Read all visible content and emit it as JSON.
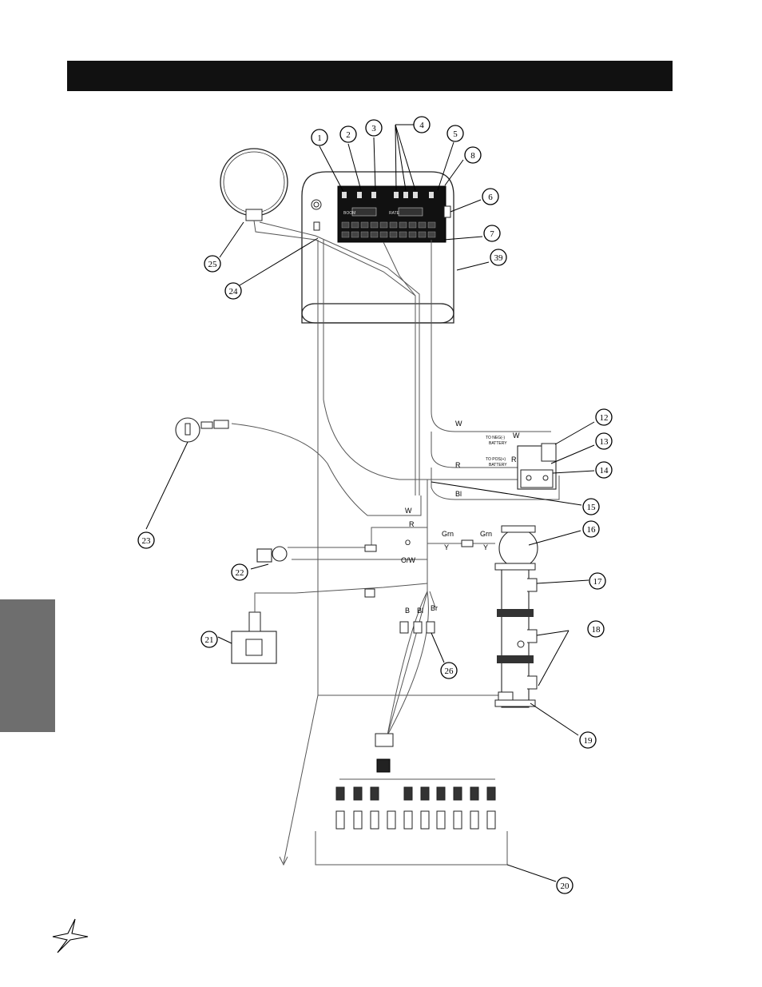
{
  "header": {
    "title": ""
  },
  "callouts": [
    "1",
    "2",
    "3",
    "4",
    "5",
    "8",
    "6",
    "7",
    "39",
    "25",
    "24",
    "12",
    "13",
    "14",
    "15",
    "16",
    "17",
    "18",
    "19",
    "20",
    "21",
    "22",
    "23",
    "26"
  ],
  "wire_labels": {
    "w_top": "W",
    "w_neg": "W",
    "r_top": "R",
    "r_pos": "R",
    "bl_top": "Bl",
    "w_mid": "W",
    "r_mid": "R",
    "o": "O",
    "ow": "O/W",
    "grn_left": "Grn",
    "y_left": "Y",
    "grn_right": "Grn",
    "y_right": "Y",
    "b": "B",
    "bl": "Bl",
    "br": "Br"
  },
  "battery_labels": {
    "neg": [
      "TO NEG(-)",
      "BATTERY"
    ],
    "pos": [
      "TO POS(+)",
      "BATTERY"
    ]
  },
  "console_labels": {
    "boom": "BOOM",
    "rate": "RATE"
  },
  "colors": {
    "header": "#111111",
    "side_tab": "#6e6e6e"
  }
}
